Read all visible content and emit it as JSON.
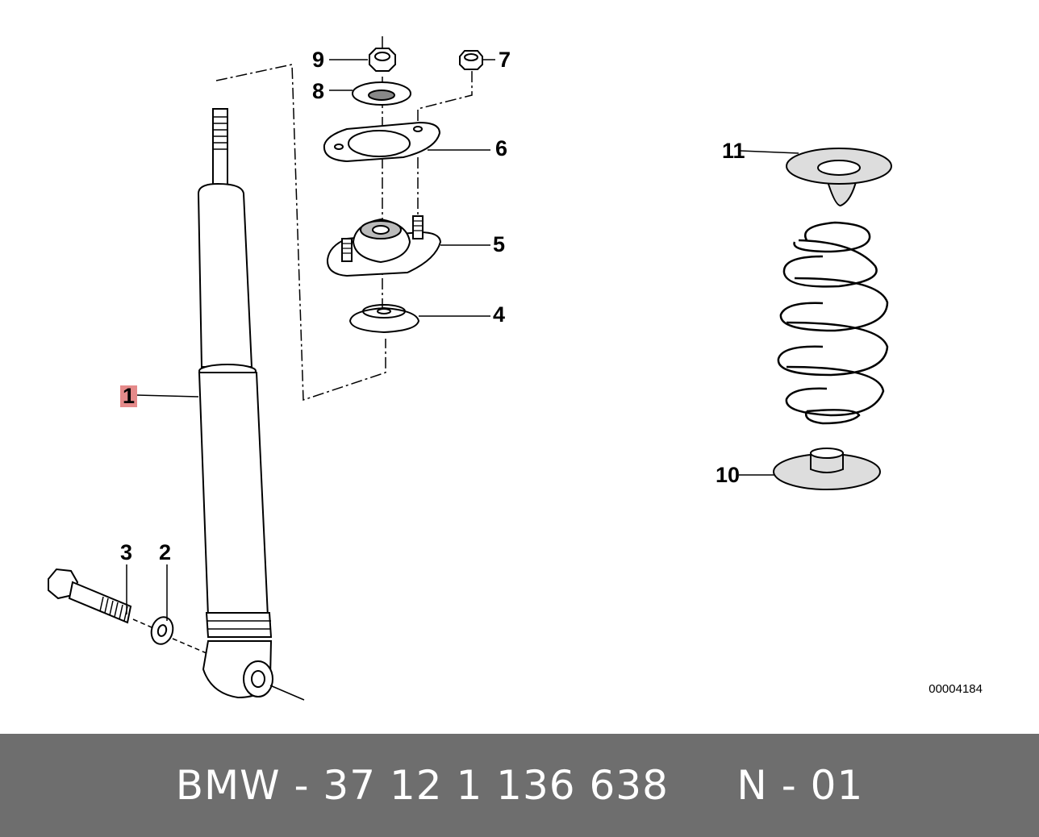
{
  "callouts": [
    {
      "id": "1",
      "label": "1",
      "highlighted": true
    },
    {
      "id": "2",
      "label": "2"
    },
    {
      "id": "3",
      "label": "3"
    },
    {
      "id": "4",
      "label": "4"
    },
    {
      "id": "5",
      "label": "5"
    },
    {
      "id": "6",
      "label": "6"
    },
    {
      "id": "7",
      "label": "7"
    },
    {
      "id": "8",
      "label": "8"
    },
    {
      "id": "9",
      "label": "9"
    },
    {
      "id": "10",
      "label": "10"
    },
    {
      "id": "11",
      "label": "11"
    }
  ],
  "reference_code": "00004184",
  "footer": {
    "text": "BMW - 37 12 1 136 638     N - 01"
  },
  "colors": {
    "footer_bg": "#6e6e6e",
    "highlight": "#e58a8a",
    "line": "#000000"
  }
}
